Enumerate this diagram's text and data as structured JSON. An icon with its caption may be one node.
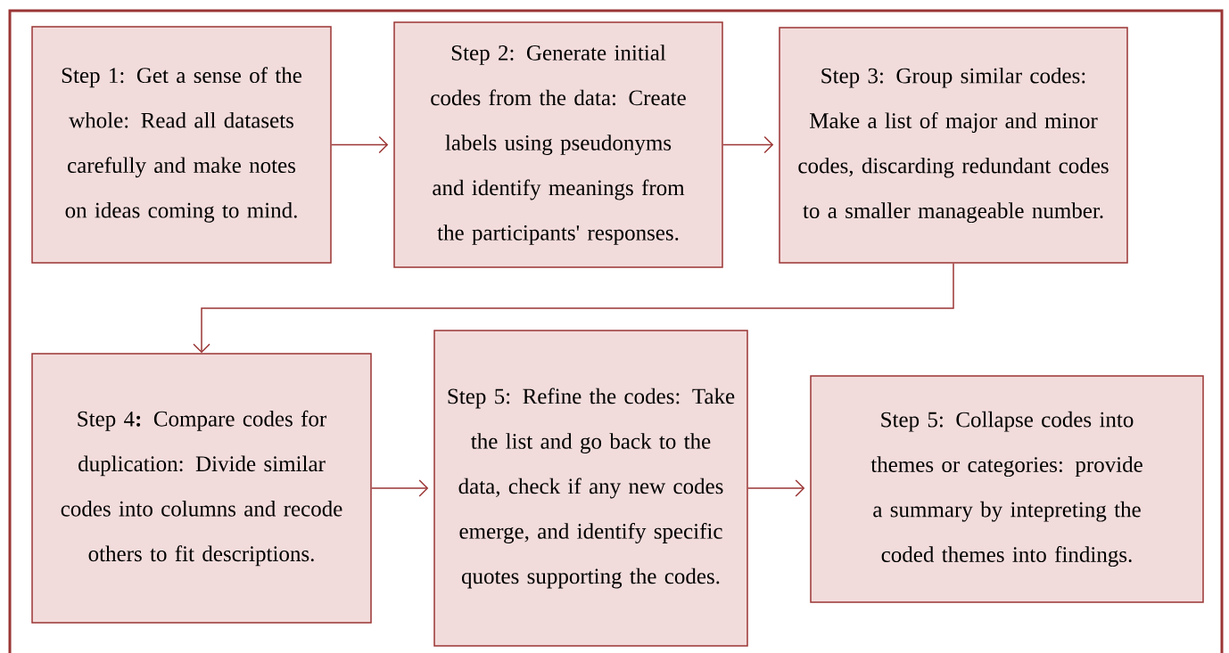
{
  "diagram": {
    "nodes": [
      {
        "text": [
          "Step 1: Get a sense of the whole: Read all datasets carefully and make notes on ideas coming to mind."
        ]
      },
      {
        "text": [
          "Step 2: Generate initial codes from the data: Create labels  using pseudonyms and identify meanings from the participants' responses."
        ]
      },
      {
        "text": [
          "Step 3: Group similar codes: Make a list of major and minor codes, discarding redundant codes to a smaller manageable number."
        ]
      },
      {
        "text": [
          "Step 4**:** Compare codes for duplication: Divide similar codes into columns and recode others to fit descriptions."
        ]
      },
      {
        "text": [
          "Step 5: Refine the codes: Take the list and go back to the data, check if any new codes emerge, and identify specific quotes supporting the codes."
        ]
      },
      {
        "text": [
          "Step 5: Collapse codes into themes or categories: provide a summary by intepreting the coded themes into findings."
        ]
      }
    ],
    "edges": [
      {
        "from": 0,
        "to": 1,
        "arrow": "to"
      },
      {
        "from": 1,
        "to": 2,
        "arrow": "to"
      },
      {
        "from": 2,
        "to": 3,
        "arrow": "to"
      },
      {
        "from": 3,
        "to": 4,
        "arrow": "to"
      },
      {
        "from": 4,
        "to": 5,
        "arrow": "to"
      }
    ]
  }
}
